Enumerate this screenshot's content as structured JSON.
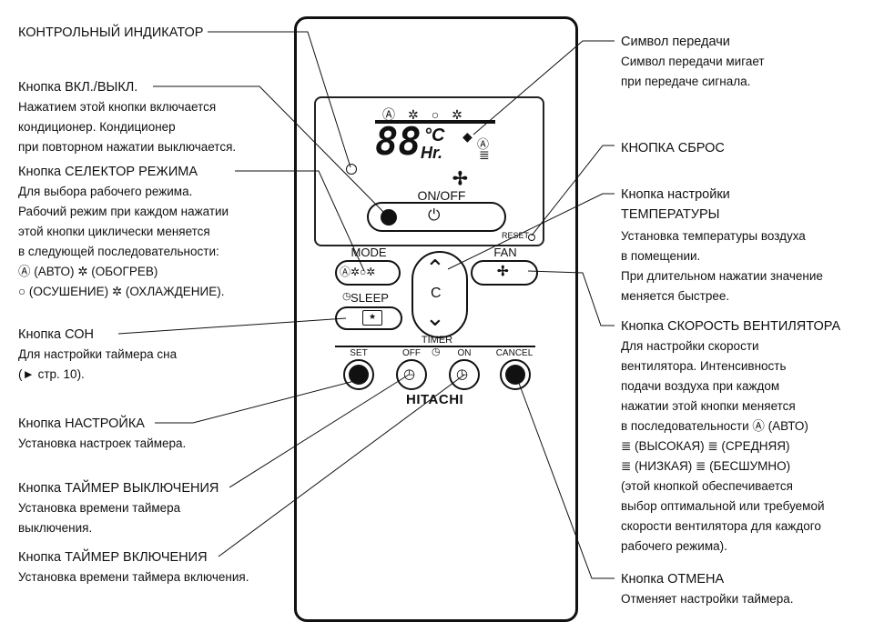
{
  "left_callouts": [
    {
      "title": "КОНТРОЛЬНЫЙ ИНДИКАТОР",
      "desc": []
    },
    {
      "title": "Кнопка ВКЛ./ВЫКЛ.",
      "desc": [
        "Нажатием этой кнопки включается",
        "кондиционер. Кондиционер",
        "при повторном нажатии выключается."
      ]
    },
    {
      "title": "Кнопка СЕЛЕКТОР РЕЖИМА",
      "desc": [
        "Для выбора рабочего режима.",
        "Рабочий режим при каждом нажатии",
        "этой кнопки циклически меняется",
        "в следующей последовательности:",
        "Ⓐ (АВТО) ✲ (ОБОГРЕВ)",
        "○ (ОСУШЕНИЕ) ✲ (ОХЛАЖДЕНИЕ)."
      ]
    },
    {
      "title": "Кнопка СОН",
      "desc": [
        "Для настройки таймера сна",
        "(► стр. 10)."
      ]
    },
    {
      "title": "Кнопка НАСТРОЙКА",
      "desc": [
        "Установка настроек таймера."
      ]
    },
    {
      "title": "Кнопка ТАЙМЕР ВЫКЛЮЧЕНИЯ",
      "desc": [
        "Установка времени таймера",
        "выключения."
      ]
    },
    {
      "title": "Кнопка ТАЙМЕР ВКЛЮЧЕНИЯ",
      "desc": [
        "Установка времени таймера включения."
      ]
    }
  ],
  "right_callouts": [
    {
      "title": "Символ передачи",
      "desc": [
        "Символ передачи мигает",
        "при передаче сигнала."
      ]
    },
    {
      "title": "КНОПКА СБРОС",
      "desc": []
    },
    {
      "title": "Кнопка настройки",
      "title2": "ТЕМПЕРАТУРЫ",
      "desc": [
        "Установка температуры воздуха",
        "в помещении.",
        "При длительном нажатии значение",
        "меняется быстрее."
      ]
    },
    {
      "title": "Кнопка СКОРОСТЬ ВЕНТИЛЯТОРА",
      "desc": [
        "Для настройки скорости",
        "вентилятора. Интенсивность",
        "подачи воздуха при каждом",
        "нажатии этой кнопки меняется",
        "в последовательности Ⓐ (АВТО)",
        "≣ (ВЫСОКАЯ) ≣ (СРЕДНЯЯ)",
        "≣ (НИЗКАЯ) ≣ (БЕСШУМНО)",
        "(этой кнопкой обеспечивается",
        "выбор оптимальной или требуемой",
        "скорости вентилятора для каждого",
        "рабочего режима)."
      ]
    },
    {
      "title": "Кнопка ОТМЕНА",
      "desc": [
        "Отменяет настройки таймера."
      ]
    }
  ],
  "remote": {
    "on_off_label": "ON/OFF",
    "reset_label": "RESET",
    "mode_label": "MODE",
    "fan_label": "FAN",
    "sleep_label": "SLEEP",
    "timer_label": "TIMER",
    "set_label": "SET",
    "off_label": "OFF",
    "on_label": "ON",
    "cancel_label": "CANCEL",
    "brand": "HITACHI",
    "lcd_digits": "88",
    "lcd_unit_c": "°C",
    "lcd_unit_hr": "Hr.",
    "temp_symbol": "C"
  }
}
